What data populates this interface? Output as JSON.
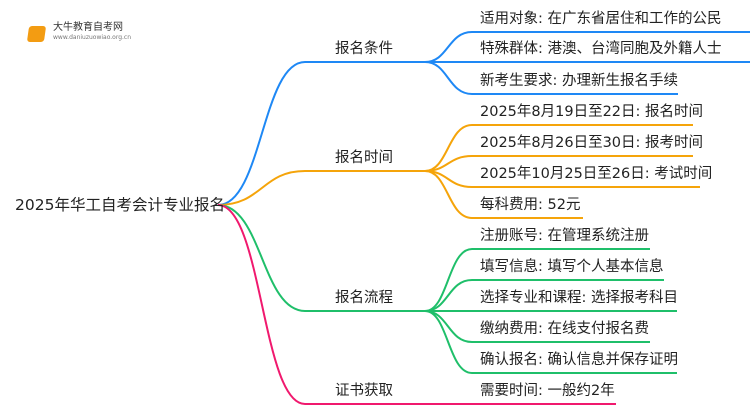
{
  "logo": {
    "name": "大牛教育自考网",
    "url": "www.daniuzuowiao.org.cn"
  },
  "root": "2025年华工自考会计专业报名",
  "branches": [
    {
      "label": "报名条件",
      "color": "#1e88f5",
      "leaves": [
        "适用对象: 在广东省居住和工作的公民",
        "特殊群体: 港澳、台湾同胞及外籍人士",
        "新考生要求: 办理新生报名手续"
      ]
    },
    {
      "label": "报名时间",
      "color": "#f5a40a",
      "leaves": [
        "2025年8月19日至22日: 报名时间",
        "2025年8月26日至30日: 报考时间",
        "2025年10月25日至26日: 考试时间",
        "每科费用: 52元"
      ]
    },
    {
      "label": "报名流程",
      "color": "#1fbf6a",
      "leaves": [
        "注册账号: 在管理系统注册",
        "填写信息: 填写个人基本信息",
        "选择专业和课程: 选择报考科目",
        "缴纳费用: 在线支付报名费",
        "确认报名: 确认信息并保存证明"
      ]
    },
    {
      "label": "证书获取",
      "color": "#f0196e",
      "leaves": [
        "需要时间: 一般约2年"
      ]
    }
  ]
}
